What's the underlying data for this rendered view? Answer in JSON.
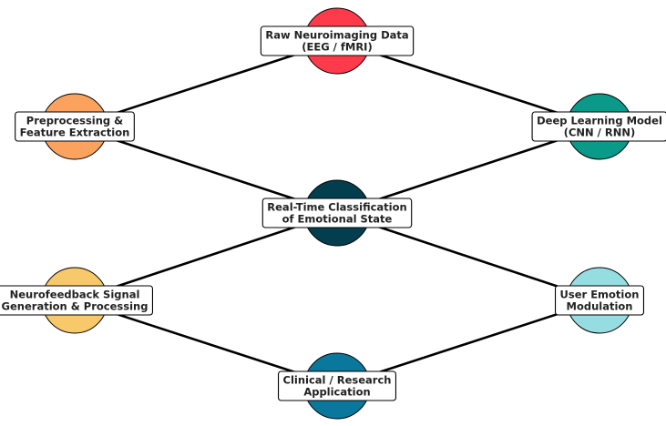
{
  "nodes": [
    {
      "id": "raw",
      "lines": [
        "Raw Neuroimaging Data",
        "(EEG / fMRI)"
      ],
      "color": "#ff3a4a"
    },
    {
      "id": "pre",
      "lines": [
        "Preprocessing &",
        "Feature Extraction"
      ],
      "color": "#fba35e"
    },
    {
      "id": "dl",
      "lines": [
        "Deep Learning Model",
        "(CNN / RNN)"
      ],
      "color": "#0a9a89"
    },
    {
      "id": "rt",
      "lines": [
        "Real-Time Classification",
        "of Emotional State"
      ],
      "color": "#033e4f"
    },
    {
      "id": "nf",
      "lines": [
        "Neurofeedback Signal",
        "Generation & Processing"
      ],
      "color": "#f7c96a"
    },
    {
      "id": "uem",
      "lines": [
        "User Emotion",
        "Modulation"
      ],
      "color": "#96dde1"
    },
    {
      "id": "cr",
      "lines": [
        "Clinical / Research",
        "Application"
      ],
      "color": "#0a789d"
    }
  ],
  "edges": [
    [
      "raw",
      "pre"
    ],
    [
      "raw",
      "dl"
    ],
    [
      "pre",
      "rt"
    ],
    [
      "dl",
      "rt"
    ],
    [
      "rt",
      "nf"
    ],
    [
      "rt",
      "uem"
    ],
    [
      "nf",
      "cr"
    ],
    [
      "uem",
      "cr"
    ]
  ]
}
